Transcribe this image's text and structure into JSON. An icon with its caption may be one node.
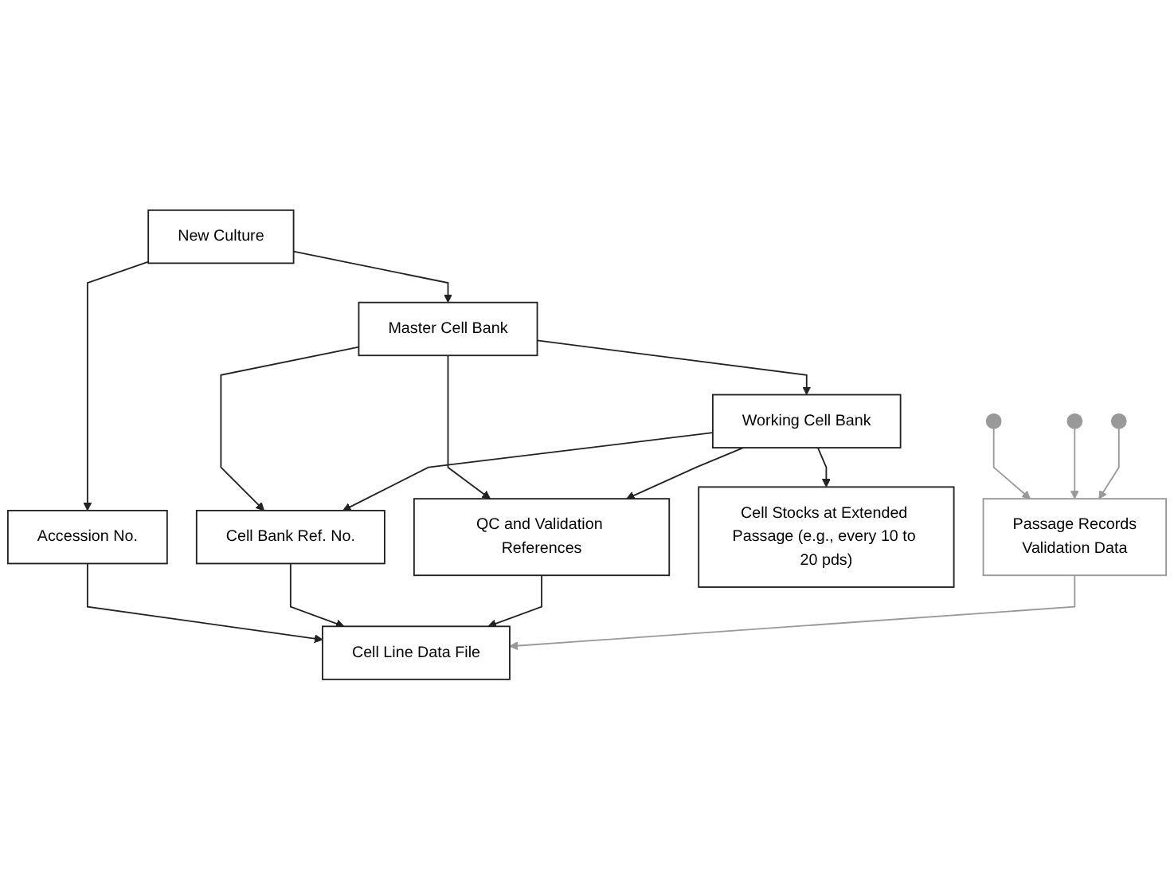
{
  "diagram": {
    "nodes": [
      {
        "text": [
          "New Culture"
        ]
      },
      {
        "text": [
          "Accession No."
        ]
      },
      {
        "text": [
          "Master Cell Bank"
        ]
      },
      {
        "text": [
          "Cell Bank Ref. No."
        ]
      },
      {
        "text": [
          "Working Cell Bank"
        ]
      },
      {
        "text": [
          "QC and Validation References"
        ]
      },
      {
        "text": [
          "Cell Stocks at Extended Passage (e.g., every 10 to 20 pds)"
        ]
      },
      {
        "text": [
          "Passage Records",
          "Validation Data"
        ]
      },
      {
        "text": [
          "Cell Line Data File"
        ]
      }
    ],
    "edges": [
      {
        "from": 0,
        "to": 1,
        "arrow": "to"
      },
      {
        "from": 0,
        "to": 2,
        "arrow": "to"
      },
      {
        "from": 2,
        "to": 4,
        "arrow": "to"
      },
      {
        "from": 4,
        "to": 6,
        "arrow": "to"
      },
      {
        "from": 2,
        "to": 3,
        "arrow": "to"
      },
      {
        "from": 4,
        "to": 3,
        "arrow": "to"
      },
      {
        "from": 2,
        "to": 5,
        "arrow": "to"
      },
      {
        "from": 4,
        "to": 5,
        "arrow": "to"
      },
      {
        "from": 1,
        "to": 8,
        "arrow": "to"
      },
      {
        "from": 3,
        "to": 8,
        "arrow": "to"
      },
      {
        "from": 5,
        "to": 8,
        "arrow": "to"
      },
      {
        "from": null,
        "to": 7,
        "arrow": "to",
        "color": "#999999"
      },
      {
        "from": null,
        "to": 7,
        "arrow": "to",
        "color": "#999999"
      },
      {
        "from": null,
        "to": 7,
        "arrow": "to",
        "color": "#999999"
      },
      {
        "from": 7,
        "to": 8,
        "arrow": "to",
        "color": "#999999"
      }
    ]
  }
}
